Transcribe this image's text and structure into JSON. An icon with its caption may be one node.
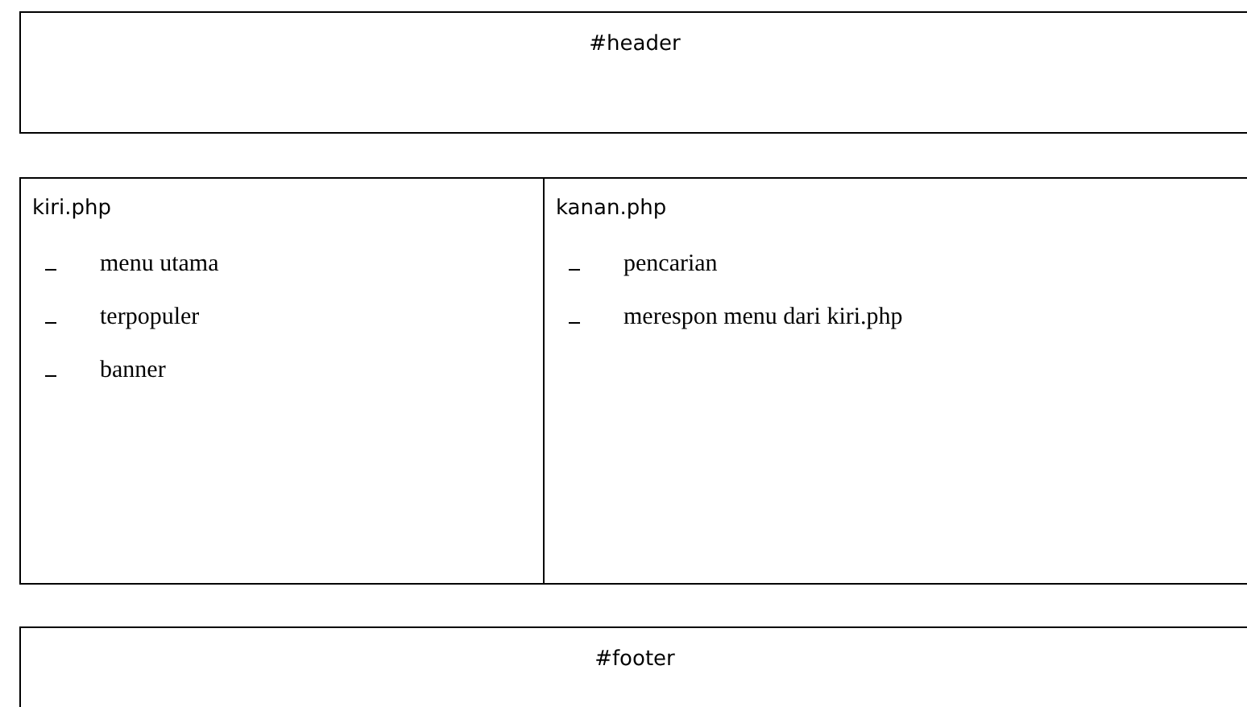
{
  "diagram": {
    "nodes": [
      {
        "text": [
          "#header"
        ]
      },
      {
        "text": [
          "kiri.php",
          "menu utama",
          "terpopuler",
          "banner"
        ]
      },
      {
        "text": [
          "kanan.php",
          "pencarian",
          "merespon menu dari kiri.php"
        ]
      },
      {
        "text": [
          "#footer"
        ]
      }
    ]
  }
}
